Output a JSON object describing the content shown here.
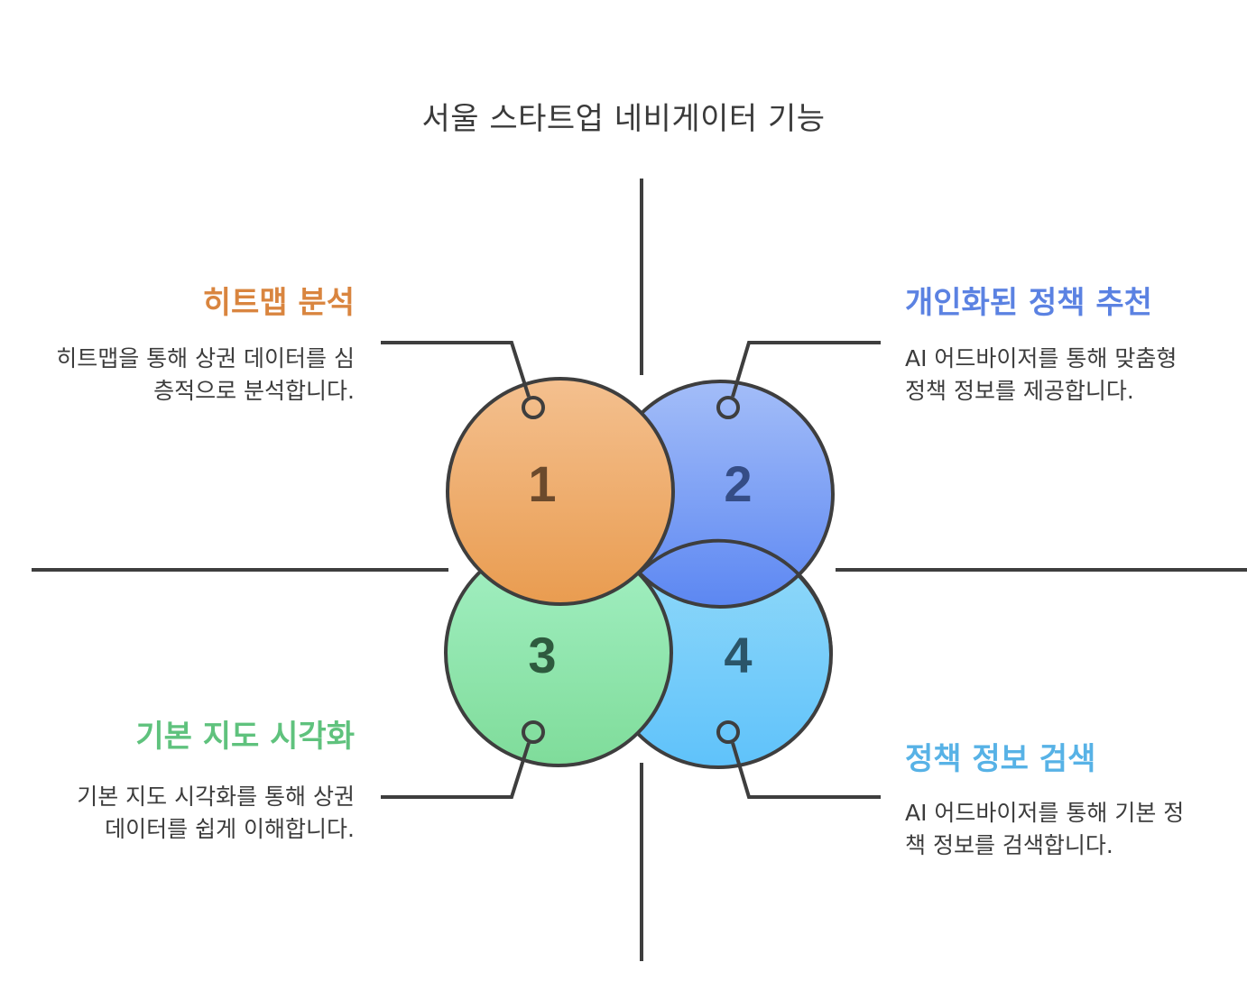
{
  "title": "서울 스타트업 네비게이터 기능",
  "features": [
    {
      "number": "1",
      "heading": "히트맵 분석",
      "description": "히트맵을 통해 상권 데이터를 심층적으로 분석합니다."
    },
    {
      "number": "2",
      "heading": "개인화된 정책 추천",
      "description": "AI 어드바이저를 통해 맞춤형 정책 정보를 제공합니다."
    },
    {
      "number": "3",
      "heading": "기본 지도 시각화",
      "description": "기본 지도 시각화를 통해 상권 데이터를 쉽게 이해합니다."
    },
    {
      "number": "4",
      "heading": "정책 정보 검색",
      "description": "AI 어드바이저를 통해 기본 정책 정보를 검색합니다."
    }
  ],
  "colors": {
    "orange": "#e99c55",
    "blue": "#6d94f4",
    "green": "#86e0a3",
    "lightblue": "#6cc8f6",
    "outline": "#3e3e3e"
  }
}
